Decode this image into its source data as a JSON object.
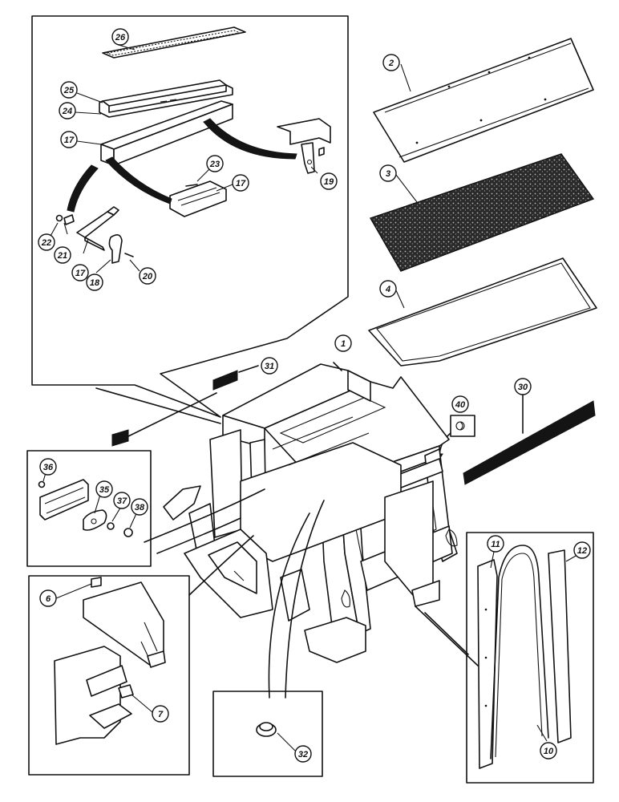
{
  "diagram": {
    "callouts": [
      {
        "id": "c1",
        "label": "1"
      },
      {
        "id": "c2",
        "label": "2"
      },
      {
        "id": "c3",
        "label": "3"
      },
      {
        "id": "c4",
        "label": "4"
      },
      {
        "id": "c6",
        "label": "6"
      },
      {
        "id": "c7",
        "label": "7"
      },
      {
        "id": "c10",
        "label": "10"
      },
      {
        "id": "c11",
        "label": "11"
      },
      {
        "id": "c12",
        "label": "12"
      },
      {
        "id": "c17a",
        "label": "17"
      },
      {
        "id": "c17b",
        "label": "17"
      },
      {
        "id": "c17c",
        "label": "17"
      },
      {
        "id": "c18",
        "label": "18"
      },
      {
        "id": "c19",
        "label": "19"
      },
      {
        "id": "c20",
        "label": "20"
      },
      {
        "id": "c21",
        "label": "21"
      },
      {
        "id": "c22",
        "label": "22"
      },
      {
        "id": "c23",
        "label": "23"
      },
      {
        "id": "c24",
        "label": "24"
      },
      {
        "id": "c25",
        "label": "25"
      },
      {
        "id": "c26",
        "label": "26"
      },
      {
        "id": "c30",
        "label": "30"
      },
      {
        "id": "c31",
        "label": "31"
      },
      {
        "id": "c32",
        "label": "32"
      },
      {
        "id": "c35",
        "label": "35"
      },
      {
        "id": "c36",
        "label": "36"
      },
      {
        "id": "c37",
        "label": "37"
      },
      {
        "id": "c38",
        "label": "38"
      },
      {
        "id": "c40",
        "label": "40"
      }
    ]
  }
}
